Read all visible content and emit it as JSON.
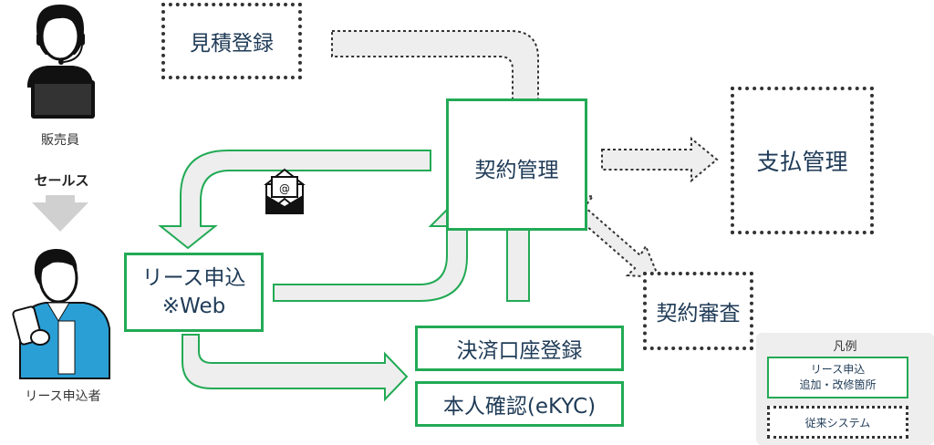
{
  "nodes": {
    "estimate": "見積登録",
    "contract_mgmt": "契約管理",
    "payment_mgmt": "支払管理",
    "lease_app_line1": "リース申込",
    "lease_app_line2": "※Web",
    "contract_review": "契約審査",
    "account_reg": "決済口座登録",
    "identity": "本人確認(eKYC)"
  },
  "actors": {
    "seller": "販売員",
    "sales_label": "セールス",
    "applicant": "リース申込者"
  },
  "legend": {
    "title": "凡例",
    "green_line1": "リース申込",
    "green_line2": "追加・改修箇所",
    "dotted": "従来システム"
  },
  "colors": {
    "green": "#22aa55",
    "text": "#1f3b57",
    "arrow_fill": "#eeeeee"
  },
  "icons": [
    "headset-person-icon",
    "smartphone-person-icon",
    "mail-icon"
  ]
}
